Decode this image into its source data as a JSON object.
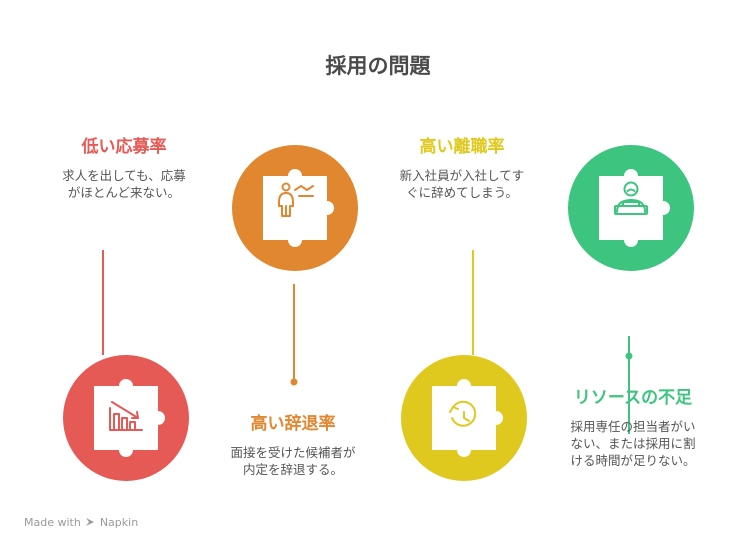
{
  "title": "採用の問題",
  "colors": {
    "red": "#e55a55",
    "orange": "#e08730",
    "yellow": "#e0c91f",
    "green": "#3dc47e",
    "title": "#4a4a4a",
    "text": "#555555"
  },
  "items": [
    {
      "heading": "低い応募率",
      "lines": [
        "求人を出しても、応募",
        "がほとんど来ない。"
      ],
      "icon": "declining-chart-icon",
      "color": "#e55a55"
    },
    {
      "heading": "高い辞退率",
      "lines": [
        "面接を受けた候補者が",
        "内定を辞退する。"
      ],
      "icon": "person-leaving-icon",
      "color": "#e08730"
    },
    {
      "heading": "高い離職率",
      "lines": [
        "新入社員が入社してす",
        "ぐに辞めてしまう。"
      ],
      "icon": "clock-timer-icon",
      "color": "#e0c91f"
    },
    {
      "heading": "リソースの不足",
      "lines": [
        "採用専任の担当者がい",
        "ない、または採用に割",
        "ける時間が足りない。"
      ],
      "icon": "person-at-desk-icon",
      "color": "#3dc47e"
    }
  ],
  "footer": {
    "made_with": "Made with",
    "brand": "Napkin"
  }
}
